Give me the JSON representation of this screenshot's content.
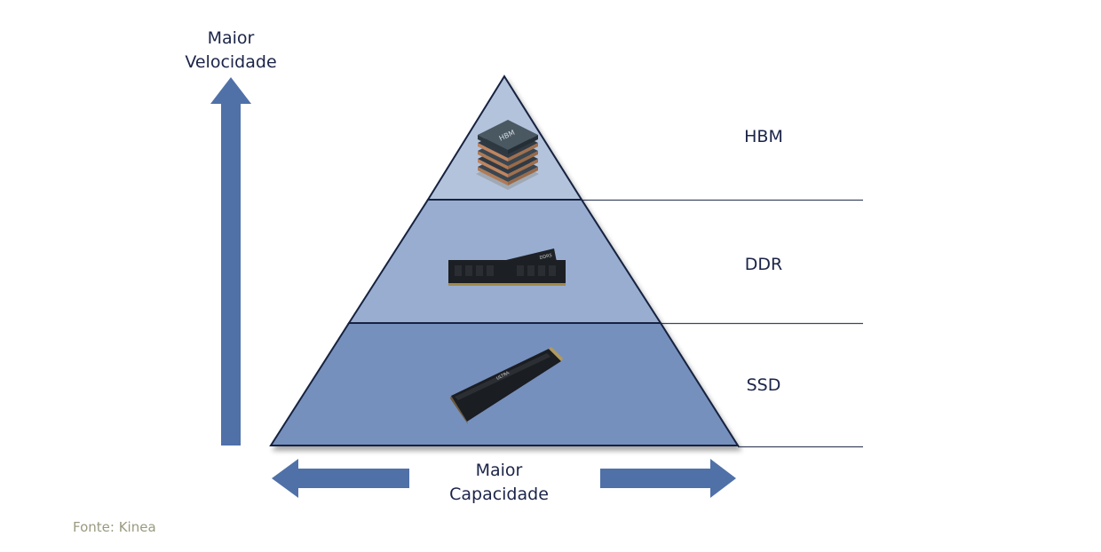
{
  "title": "Memory hierarchy pyramid",
  "axes": {
    "vertical_label_line1": "Maior",
    "vertical_label_line2": "Velocidade",
    "horizontal_label_line1": "Maior",
    "horizontal_label_line2": "Capacidade"
  },
  "tiers": [
    {
      "label": "HBM",
      "image": "hbm-stacked-memory-chip",
      "fill": "#b4c3dc"
    },
    {
      "label": "DDR",
      "image": "ddr5-dimm-modules",
      "fill": "#98add0"
    },
    {
      "label": "SSD",
      "image": "m2-nvme-ssd",
      "fill": "#7690bd"
    }
  ],
  "colors": {
    "arrow": "#4f71a8",
    "outline": "#14213f",
    "divider": "#3c4660",
    "text": "#1b2448",
    "source_text": "#9a9a80"
  },
  "source": "Fonte: Kinea"
}
